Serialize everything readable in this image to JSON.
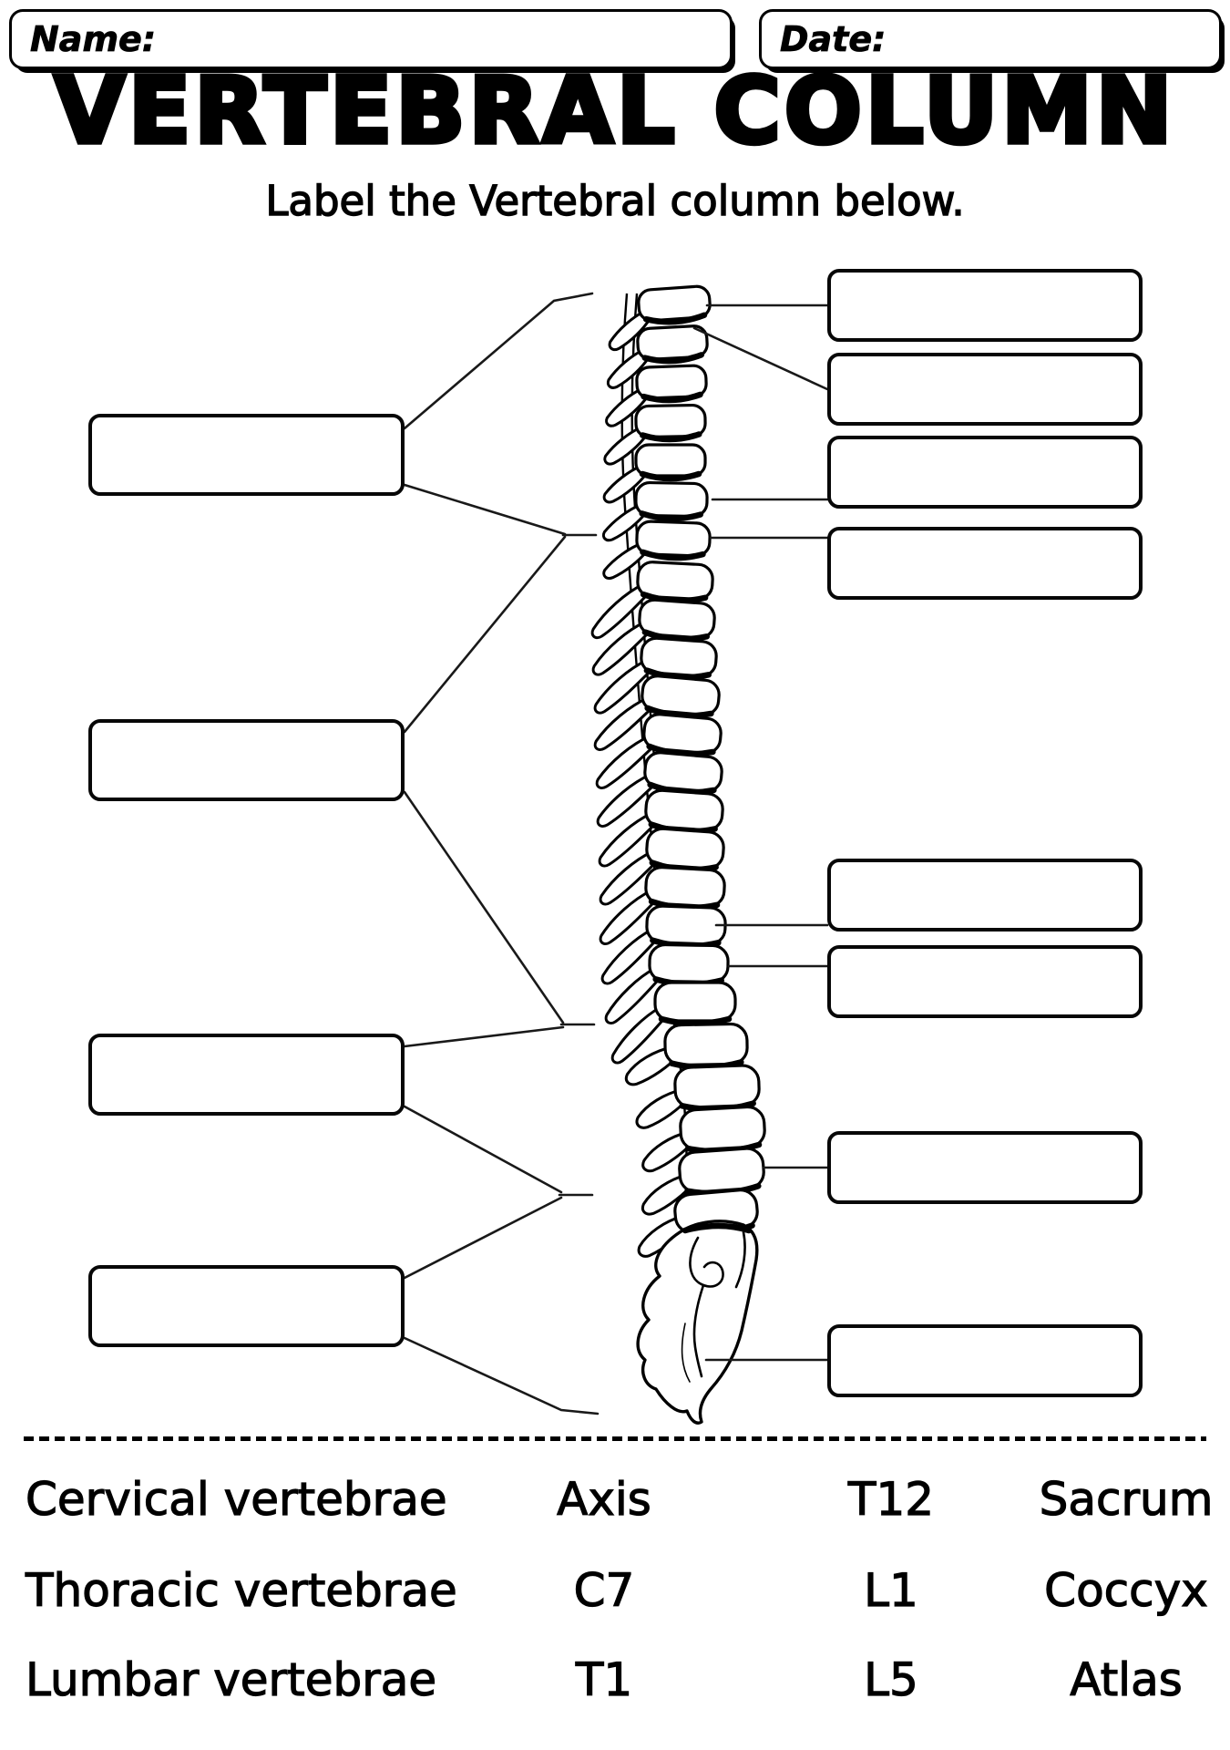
{
  "page": {
    "title": "VERTEBRAL COLUMN",
    "instruction": "Label the Vertebral column below."
  },
  "fields": {
    "name_label": "Name:",
    "name_value": "",
    "date_label": "Date:",
    "date_value": ""
  },
  "diagram": {
    "illustration": "vertebral-column-lateral-view",
    "left_blanks": [
      "",
      "",
      "",
      ""
    ],
    "right_blanks": [
      "",
      "",
      "",
      "",
      "",
      "",
      "",
      ""
    ]
  },
  "word_bank": {
    "rows": [
      [
        "Cervical vertebrae",
        "Axis",
        "T12",
        "Sacrum"
      ],
      [
        "Thoracic vertebrae",
        "C7",
        "L1",
        "Coccyx"
      ],
      [
        "Lumbar vertebrae",
        "T1",
        "L5",
        "Atlas"
      ]
    ]
  },
  "colors": {
    "ink": "#000000",
    "paper": "#ffffff"
  }
}
